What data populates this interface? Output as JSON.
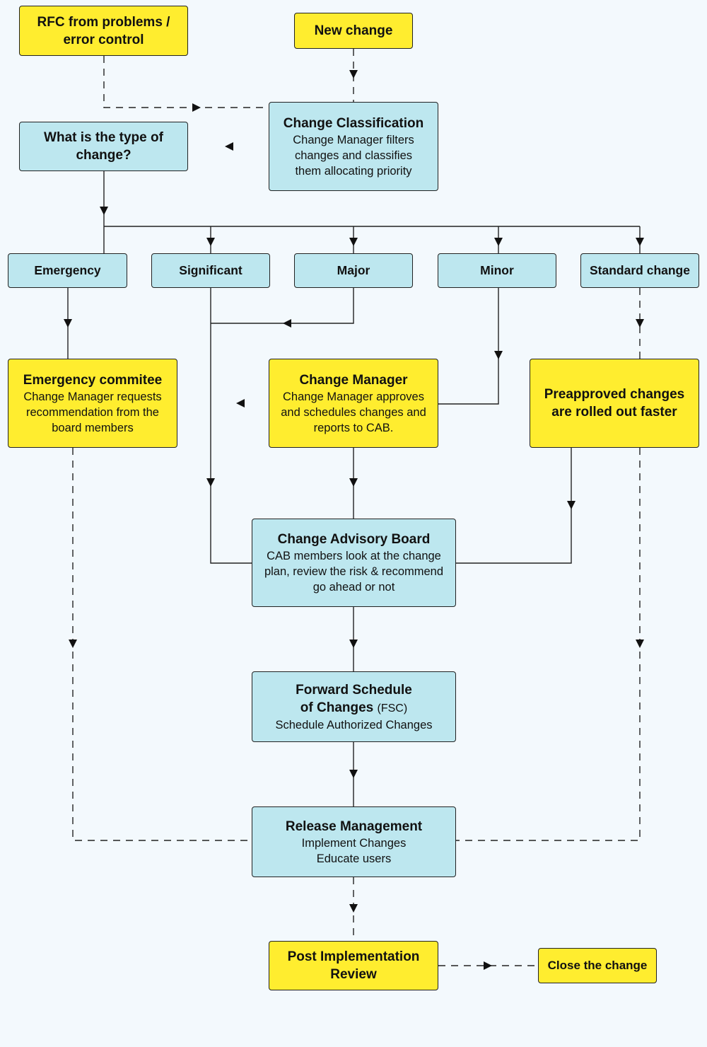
{
  "nodes": {
    "rfc": {
      "title": "RFC from problems / error control"
    },
    "new_change": {
      "title": "New change"
    },
    "classification": {
      "title": "Change Classification",
      "desc": "Change Manager filters changes and classifies them allocating priority"
    },
    "type_question": {
      "title": "What is the type of change?"
    },
    "emergency": {
      "title": "Emergency"
    },
    "significant": {
      "title": "Significant"
    },
    "major": {
      "title": "Major"
    },
    "minor": {
      "title": "Minor"
    },
    "standard": {
      "title": "Standard change"
    },
    "emergency_committee": {
      "title": "Emergency commitee",
      "desc": "Change Manager requests recommendation from the board members"
    },
    "change_manager": {
      "title": "Change Manager",
      "desc": "Change Manager approves and schedules changes and reports to CAB."
    },
    "preapproved": {
      "title": "Preapproved changes are rolled out faster"
    },
    "cab": {
      "title": "Change Advisory Board",
      "desc": "CAB members look at the change plan, review the risk & recommend go ahead or not"
    },
    "fsc": {
      "title_line1": "Forward Schedule",
      "title_line2": "of Changes",
      "title_suffix": "(FSC)",
      "desc": "Schedule Authorized Changes"
    },
    "release": {
      "title": "Release Management",
      "desc_line1": "Implement Changes",
      "desc_line2": "Educate users"
    },
    "pir": {
      "title": "Post Implementation Review"
    },
    "close": {
      "title": "Close the change"
    }
  },
  "colors": {
    "yellow": "#ffed2f",
    "blue": "#bde7ef",
    "background": "#f3f9fd",
    "line": "#222222"
  }
}
